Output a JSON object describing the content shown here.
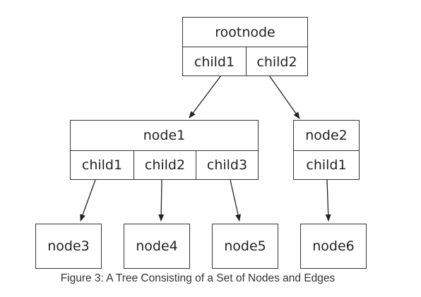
{
  "nodes": {
    "rootnode": {
      "label": "rootnode",
      "children": [
        "child1",
        "child2"
      ]
    },
    "node1": {
      "label": "node1",
      "children": [
        "child1",
        "child2",
        "child3"
      ]
    },
    "node2": {
      "label": "node2",
      "children": [
        "child1"
      ]
    },
    "node3": {
      "label": "node3"
    },
    "node4": {
      "label": "node4"
    },
    "node5": {
      "label": "node5"
    },
    "node6": {
      "label": "node6"
    }
  },
  "edges": [
    {
      "from": "rootnode.child1",
      "to": "node1"
    },
    {
      "from": "rootnode.child2",
      "to": "node2"
    },
    {
      "from": "node1.child1",
      "to": "node3"
    },
    {
      "from": "node1.child2",
      "to": "node4"
    },
    {
      "from": "node1.child3",
      "to": "node5"
    },
    {
      "from": "node2.child1",
      "to": "node6"
    }
  ],
  "caption": "Figure 3: A Tree Consisting of a Set of Nodes and Edges"
}
